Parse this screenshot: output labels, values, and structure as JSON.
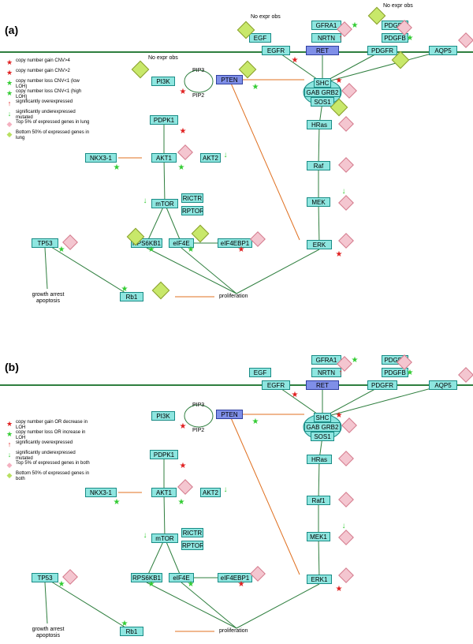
{
  "panels": [
    {
      "label": "(a)",
      "notes": {
        "no_expr_obs_top": "No expr obs",
        "no_expr_obs_top_right": "No expr obs",
        "no_expr_obs_left": "No expr obs"
      },
      "legend": [
        {
          "icon": "red-star-icon",
          "text": "copy number gain CNV>4"
        },
        {
          "icon": "red-star-icon",
          "text": "copy number gain CNV>2"
        },
        {
          "icon": "green-star-icon",
          "text": "copy number loss CNV<1 (low LOH)"
        },
        {
          "icon": "green-star-icon",
          "text": "copy number loss CNV<1 (high LOH)"
        },
        {
          "icon": "red-up-arrow-icon",
          "text": "significantly overexpressed"
        },
        {
          "icon": "green-down-arrow-icon",
          "text": "significantly underexpressed mutated"
        },
        {
          "icon": "pink-diamond-icon",
          "text": "Top 5% of expressed genes in lung"
        },
        {
          "icon": "yellow-diamond-icon",
          "text": "Bottom 50% of expressed genes in lung"
        }
      ],
      "nodes": {
        "gfra1": "GFRA1",
        "nrtn": "NRTN",
        "egf": "EGF",
        "egfr": "EGFR",
        "ret": "RET",
        "pdgfa": "PDGFA",
        "pdgfb": "PDGFB",
        "pdgfr": "PDGFR",
        "aqp5": "AQP5",
        "pi3k": "PI3K",
        "pten": "PTEN",
        "shc": "SHC",
        "grb2": "GAB GRB2",
        "sos1": "SOS1",
        "hras": "HRas",
        "raf": "Raf",
        "mek": "MEK",
        "erk": "ERK",
        "pdpk1": "PDPK1",
        "akt1": "AKT1",
        "akt2": "AKT2",
        "nkx": "NKX3-1",
        "mtor": "mTOR",
        "rictr": "RICTR",
        "rptor": "RPTOR",
        "rps6kb1": "RPS6KB1",
        "eif4e": "eIF4E",
        "eif4ebp1": "eIF4EBP1",
        "tp53": "TP53",
        "rb1": "Rb1"
      },
      "labels": {
        "pip3": "PIP3",
        "pip2": "PIP2",
        "growth": "growth arrest apoptosis",
        "prolif": "proliferation"
      }
    },
    {
      "label": "(b)",
      "legend": [
        {
          "icon": "red-star-icon",
          "text": "copy number gain OR decrease in LOH"
        },
        {
          "icon": "green-star-icon",
          "text": "copy number loss OR increase in LOH"
        },
        {
          "icon": "red-up-arrow-icon",
          "text": "significantly overexpressed"
        },
        {
          "icon": "green-down-arrow-icon",
          "text": "significantly underexpressed mutated"
        },
        {
          "icon": "pink-diamond-icon",
          "text": "Top 5% of expressed genes in both"
        },
        {
          "icon": "yellow-diamond-icon",
          "text": "Bottom 50% of expressed genes in both"
        }
      ],
      "nodes": {
        "gfra1": "GFRA1",
        "nrtn": "NRTN",
        "egf": "EGF",
        "egfr": "EGFR",
        "ret": "RET",
        "pdgfa": "PDGFA",
        "pdgfb": "PDGFB",
        "pdgfr": "PDGFR",
        "aqp5": "AQP5",
        "pi3k": "PI3K",
        "pten": "PTEN",
        "shc": "SHC",
        "grb2": "GAB GRB2",
        "sos1": "SOS1",
        "hras": "HRas",
        "raf": "Raf1",
        "mek": "MEK1",
        "erk": "ERK1",
        "pdpk1": "PDPK1",
        "akt1": "AKT1",
        "akt2": "AKT2",
        "nkx": "NKX3-1",
        "mtor": "mTOR",
        "rictr": "RICTR",
        "rptor": "RPTOR",
        "rps6kb1": "RPS6KB1",
        "eif4e": "eIF4E",
        "eif4ebp1": "eIF4EBP1",
        "tp53": "TP53",
        "rb1": "Rb1"
      },
      "labels": {
        "pip3": "PIP3",
        "pip2": "PIP2",
        "growth": "growth arrest apoptosis",
        "prolif": "proliferation"
      }
    }
  ],
  "colors": {
    "node": "#8ee6e0",
    "node_highlight": "#7f8fe8",
    "membrane": "#2f7f3f",
    "edge": "#2f7f3f",
    "inhibit": "#e07020",
    "star_red": "#e02020",
    "star_green": "#33cc33"
  }
}
